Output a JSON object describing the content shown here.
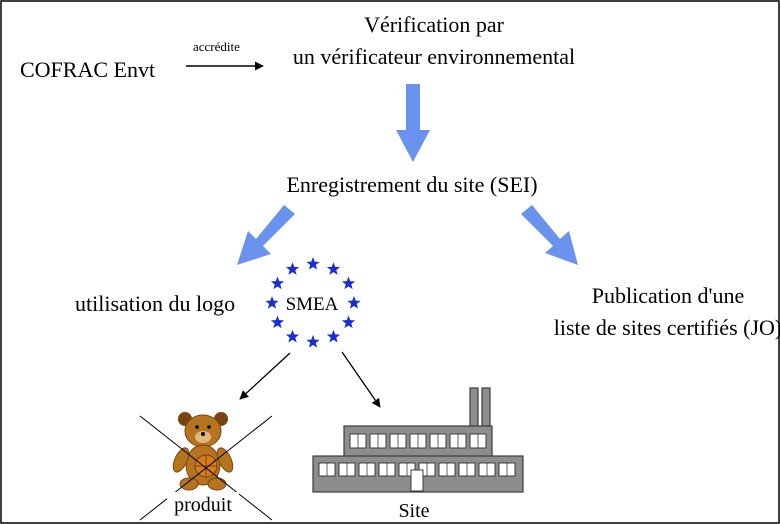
{
  "source_label": "COFRAC Envt",
  "accredit_label": "accrédite",
  "verification": {
    "line1": "Vérification  par",
    "line2": "un vérificateur environnemental"
  },
  "registration": "Enregistrement du site (SEI)",
  "logo_use": "utilisation du logo",
  "logo_text": "SMEA",
  "publication": {
    "line1": "Publication d'une",
    "line2": "liste de sites certifiés (JO)"
  },
  "product_label": "produit",
  "site_label": "Site",
  "colors": {
    "flow_arrow": "#6a93ee",
    "stars": "#1a2ed6",
    "teddy": "#b5741f",
    "teddy_dark": "#7a4410",
    "factory": "#8d8d8d",
    "factory_dark": "#3b3b3b"
  }
}
